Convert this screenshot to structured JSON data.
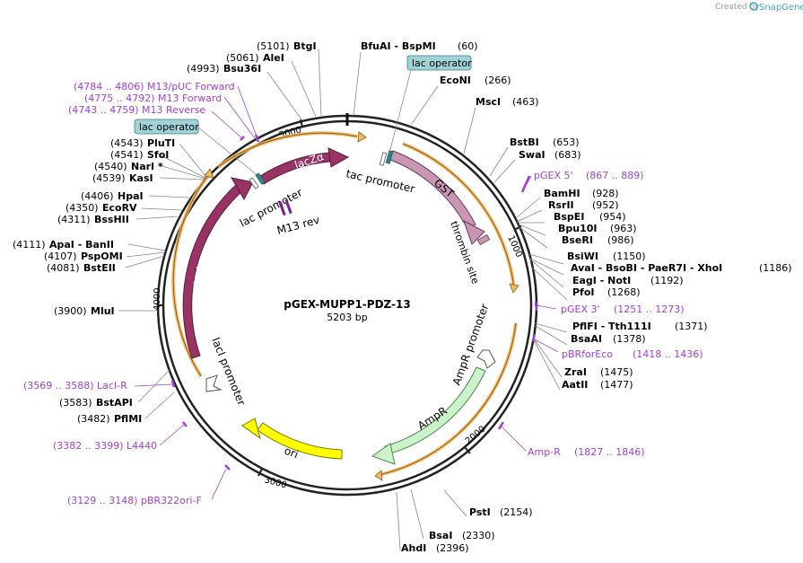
{
  "header": {
    "credit": "Created by",
    "brand": "SnapGene"
  },
  "plasmid": {
    "name": "pGEX-MUPP1-PDZ-13",
    "length": "5203 bp"
  },
  "ticks": [
    "1000",
    "2000",
    "3000",
    "4000",
    "5000"
  ],
  "features": {
    "lac_operator": "lac operator",
    "lacZa": "lacZα",
    "lac_promoter": "lac promoter",
    "tac_promoter": "tac promoter",
    "M13_rev": "M13 rev",
    "GST": "GST",
    "thrombin_site": "thrombin site",
    "lacI": "lacI",
    "lacI_promoter": "lacI promoter",
    "AmpR_promoter": "AmpR promoter",
    "AmpR": "AmpR",
    "ori": "ori"
  },
  "sites_right": [
    {
      "pos": "(60)",
      "name": "BfuAI  -  BspMI"
    },
    {
      "pos": "(266)",
      "name": "EcoNI"
    },
    {
      "pos": "(463)",
      "name": "MscI"
    },
    {
      "pos": "(653)",
      "name": "BstBI"
    },
    {
      "pos": "(683)",
      "name": "SwaI"
    },
    {
      "pos": "(928)",
      "name": "BamHI"
    },
    {
      "pos": "(952)",
      "name": "RsrII"
    },
    {
      "pos": "(954)",
      "name": "BspEI"
    },
    {
      "pos": "(963)",
      "name": "Bpu10I"
    },
    {
      "pos": "(986)",
      "name": "BseRI"
    },
    {
      "pos": "(1150)",
      "name": "BsiWI"
    },
    {
      "pos": "(1186)",
      "name": "AvaI  -  BsoBI  -  PaeR7I  -  XhoI"
    },
    {
      "pos": "(1192)",
      "name": "EagI  -  NotI"
    },
    {
      "pos": "(1268)",
      "name": "PfoI"
    },
    {
      "pos": "(1371)",
      "name": "PflFI  -  Tth111I"
    },
    {
      "pos": "(1378)",
      "name": "BsaAI"
    },
    {
      "pos": "(1475)",
      "name": "ZraI"
    },
    {
      "pos": "(1477)",
      "name": "AatII"
    },
    {
      "pos": "(2154)",
      "name": "PstI"
    },
    {
      "pos": "(2330)",
      "name": "BsaI"
    },
    {
      "pos": "(2396)",
      "name": "AhdI"
    }
  ],
  "sites_left": [
    {
      "pos": "(5101)",
      "name": "BtgI"
    },
    {
      "pos": "(5061)",
      "name": "AleI"
    },
    {
      "pos": "(4993)",
      "name": "Bsu36I"
    },
    {
      "pos": "(4543)",
      "name": "PluTI"
    },
    {
      "pos": "(4541)",
      "name": "SfoI"
    },
    {
      "pos": "(4540)",
      "name": "NarI *"
    },
    {
      "pos": "(4539)",
      "name": "KasI"
    },
    {
      "pos": "(4406)",
      "name": "HpaI"
    },
    {
      "pos": "(4350)",
      "name": "EcoRV"
    },
    {
      "pos": "(4311)",
      "name": "BssHII"
    },
    {
      "pos": "(4111)",
      "name": "ApaI   -  BanII"
    },
    {
      "pos": "(4107)",
      "name": "PspOMI"
    },
    {
      "pos": "(4081)",
      "name": "BstEII"
    },
    {
      "pos": "(3900)",
      "name": "MluI"
    },
    {
      "pos": "(3583)",
      "name": "BstAPI"
    },
    {
      "pos": "(3482)",
      "name": "PflMI"
    }
  ],
  "primers": [
    {
      "name": "pGEX 5'",
      "range": "(867 .. 889)"
    },
    {
      "name": "pGEX 3'",
      "range": "(1251 .. 1273)"
    },
    {
      "name": "pBRforEco",
      "range": "(1418 .. 1436)"
    },
    {
      "name": "Amp-R",
      "range": "(1827 .. 1846)"
    },
    {
      "name": "pBR322ori-F",
      "range": "(3129 .. 3148)"
    },
    {
      "name": "L4440",
      "range": "(3382 .. 3399)"
    },
    {
      "name": "LacI-R",
      "range": "(3569 .. 3588)"
    },
    {
      "name": "M13/pUC Forward",
      "range": "(4784 .. 4806)"
    },
    {
      "name": "M13 Forward",
      "range": "(4775 .. 4792)"
    },
    {
      "name": "M13 Reverse",
      "range": "(4743 .. 4759)"
    }
  ],
  "colors": {
    "backbone": "#222222",
    "lacZa": "#993366",
    "GST": "#c996b4",
    "lacI": "#993366",
    "AmpR": "#ccf2cc",
    "ori": "#ffff00",
    "orf_highlight": "#f2b866",
    "operator": "#9fd3d8",
    "primer": "#a23fd6"
  }
}
